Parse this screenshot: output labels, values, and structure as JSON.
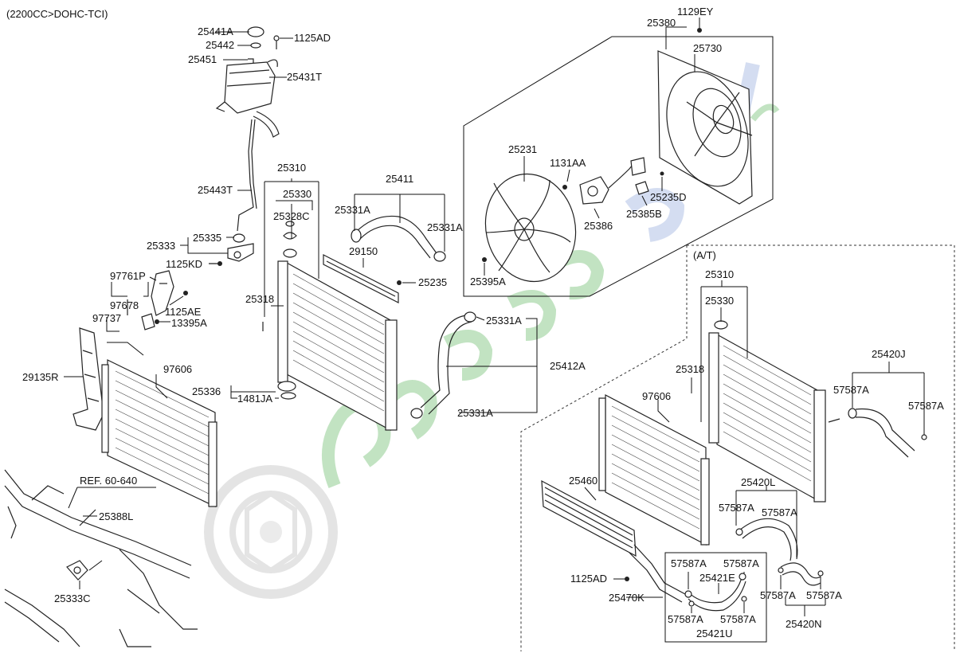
{
  "engine_variant": "(2200CC>DOHC-TCI)",
  "at_section_label": "(A/T)",
  "reference_label": "REF. 60-640",
  "parts": {
    "p25441A": "25441A",
    "p25442": "25442",
    "p25451": "25451",
    "p1125AD_top": "1125AD",
    "p25431T": "25431T",
    "p25443T": "25443T",
    "p25335": "25335",
    "p25333": "25333",
    "p1125KD": "1125KD",
    "p97761P": "97761P",
    "p97678": "97678",
    "p97737": "97737",
    "p1125AE": "1125AE",
    "p13395A": "13395A",
    "p29135R": "29135R",
    "p97606_left": "97606",
    "p25310_main": "25310",
    "p25330_main": "25330",
    "p25328C": "25328C",
    "p25318_main": "25318",
    "p25336": "25336",
    "p1481JA": "1481JA",
    "p25411": "25411",
    "p25331A_1": "25331A",
    "p25331A_2": "25331A",
    "p29150": "29150",
    "p25235": "25235",
    "p25331A_3": "25331A",
    "p25412A": "25412A",
    "p25331A_4": "25331A",
    "p25388L": "25388L",
    "p25333C": "25333C",
    "p1129EY": "1129EY",
    "p25380": "25380",
    "p25730": "25730",
    "p25231": "25231",
    "p1131AA": "1131AA",
    "p25386": "25386",
    "p25235D": "25235D",
    "p25385B": "25385B",
    "p25395A": "25395A",
    "p25310_at": "25310",
    "p25330_at": "25330",
    "p25318_at": "25318",
    "p97606_at": "97606",
    "p25420J": "25420J",
    "p57587A_j1": "57587A",
    "p57587A_j2": "57587A",
    "p25460": "25460",
    "p25420L": "25420L",
    "p57587A_l1": "57587A",
    "p57587A_l2": "57587A",
    "p1125AD_at": "1125AD",
    "p25470K": "25470K",
    "p57587A_e1": "57587A",
    "p57587A_e2": "57587A",
    "p25421E": "25421E",
    "p57587A_e3": "57587A",
    "p57587A_e4": "57587A",
    "p25421U": "25421U",
    "p57587A_n1": "57587A",
    "p57587A_n2": "57587A",
    "p25420N": "25420N"
  }
}
